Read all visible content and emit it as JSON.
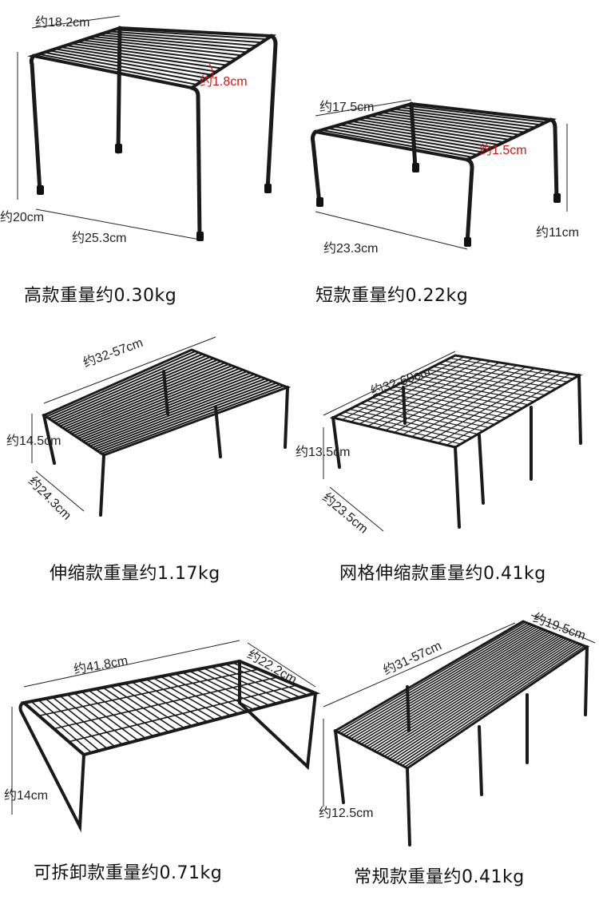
{
  "products": [
    {
      "id": "tall",
      "caption": "高款重量约0.30kg",
      "dims": {
        "width": "约18.2cm",
        "wire_gap": "约1.8cm",
        "height": "约20cm",
        "length": "约25.3cm"
      }
    },
    {
      "id": "short",
      "caption": "短款重量约0.22kg",
      "dims": {
        "width": "约17.5cm",
        "wire_gap": "约1.5cm",
        "height": "约11cm",
        "length": "约23.3cm"
      }
    },
    {
      "id": "telescopic",
      "caption": "伸缩款重量约1.17kg",
      "dims": {
        "length": "约32-57cm",
        "height": "约14.5cm",
        "depth": "约24.3cm"
      }
    },
    {
      "id": "grid-telescopic",
      "caption": "网格伸缩款重量约0.41kg",
      "dims": {
        "length": "约32-60cm",
        "height": "约13.5cm",
        "depth": "约23.5cm"
      }
    },
    {
      "id": "detachable",
      "caption": "可拆卸款重量约0.71kg",
      "dims": {
        "length": "约41.8cm",
        "depth": "约22.2cm",
        "height": "约14cm"
      }
    },
    {
      "id": "regular",
      "caption": "常规款重量约0.41kg",
      "dims": {
        "length": "约31-57cm",
        "depth": "约19.5cm",
        "height": "约12.5cm"
      }
    }
  ],
  "colors": {
    "rack": "#1a1a1a",
    "highlight": "#d01818"
  }
}
